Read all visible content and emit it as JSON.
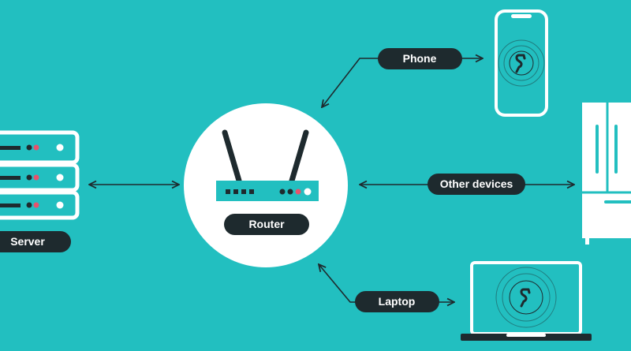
{
  "labels": {
    "server": "Server",
    "router": "Router",
    "phone": "Phone",
    "other_devices": "Other devices",
    "laptop": "Laptop"
  },
  "colors": {
    "background": "#22BFC0",
    "dark": "#1E2A2E",
    "white": "#FFFFFF",
    "device_teal": "#22BFC0",
    "led_red": "#E8526C"
  },
  "icons": [
    "server-icon",
    "router-icon",
    "phone-icon",
    "refrigerator-icon",
    "laptop-icon",
    "surfshark-logo-icon",
    "double-arrow-icon"
  ]
}
